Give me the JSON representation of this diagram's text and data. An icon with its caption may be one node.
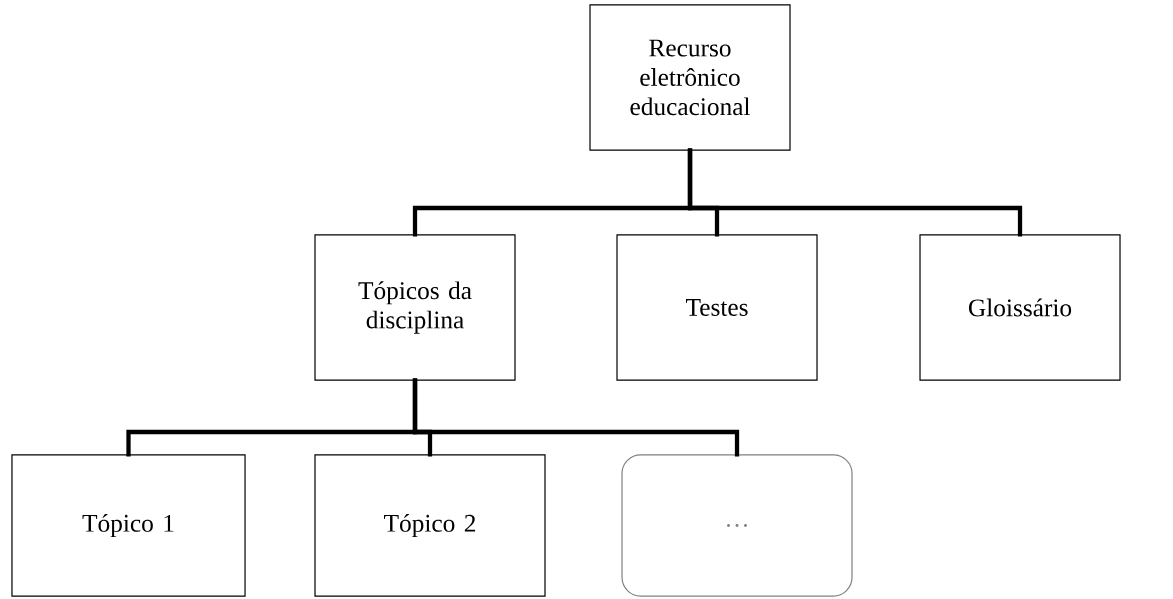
{
  "diagram": {
    "nodes": [
      {
        "text": [
          "Recurso eletrônico educacional"
        ]
      },
      {
        "text": [
          "Tópicos da disciplina"
        ]
      },
      {
        "text": [
          "Testes"
        ]
      },
      {
        "text": [
          "Gloissário"
        ]
      },
      {
        "text": [
          "Tópico 1"
        ]
      },
      {
        "text": [
          "Tópico 2"
        ]
      },
      {
        "text": [
          "…"
        ]
      }
    ],
    "edges": [
      {
        "from": 0,
        "to": 1,
        "arrow": "none"
      },
      {
        "from": 0,
        "to": 2,
        "arrow": "none"
      },
      {
        "from": 0,
        "to": 3,
        "arrow": "none"
      },
      {
        "from": 1,
        "to": 4,
        "arrow": "none"
      },
      {
        "from": 1,
        "to": 5,
        "arrow": "none"
      },
      {
        "from": 1,
        "to": 6,
        "arrow": "none"
      }
    ]
  }
}
